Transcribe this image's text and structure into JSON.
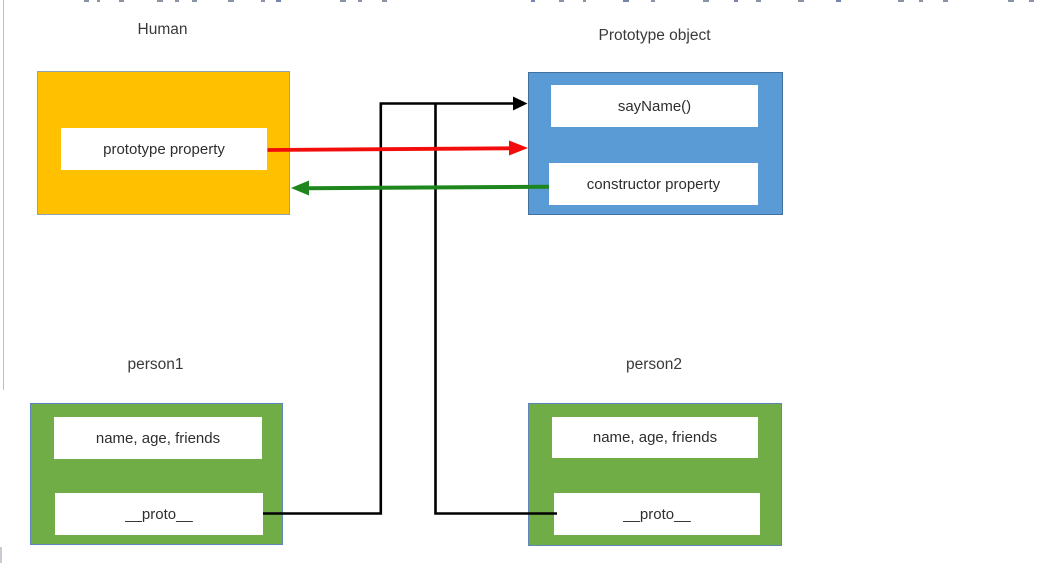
{
  "diagram": {
    "nodes": {
      "human": {
        "title": "Human",
        "property": "prototype property"
      },
      "prototype_object": {
        "title": "Prototype object",
        "method": "sayName()",
        "property": "constructor property"
      },
      "person1": {
        "title": "person1",
        "fields": "name, age, friends",
        "proto": "__proto__"
      },
      "person2": {
        "title": "person2",
        "fields": "name, age, friends",
        "proto": "__proto__"
      }
    },
    "colors": {
      "human_fill": "#FFC000",
      "human_border": "#8EA3B8",
      "prototype_fill": "#5B9BD5",
      "prototype_border": "#41719C",
      "instance_fill": "#70AD47",
      "instance_border": "#5F86BA",
      "slot_fill": "#FFFFFF"
    },
    "connections": [
      {
        "id": "person1-proto-to-prototype",
        "from": "person1.__proto__",
        "to": "Prototype object",
        "color_hex": "#000000",
        "style": "elbow-arrow"
      },
      {
        "id": "person2-proto-to-prototype",
        "from": "person2.__proto__",
        "to": "Prototype object",
        "color_hex": "#000000",
        "style": "elbow"
      },
      {
        "id": "human-prototype-to-object",
        "from": "Human.prototype property",
        "to": "Prototype object",
        "color_hex": "#F20C0C",
        "style": "straight-arrow"
      },
      {
        "id": "prototype-constructor-to-human",
        "from": "Prototype object.constructor property",
        "to": "Human",
        "color_hex": "#1D861D",
        "style": "straight-arrow"
      }
    ]
  }
}
